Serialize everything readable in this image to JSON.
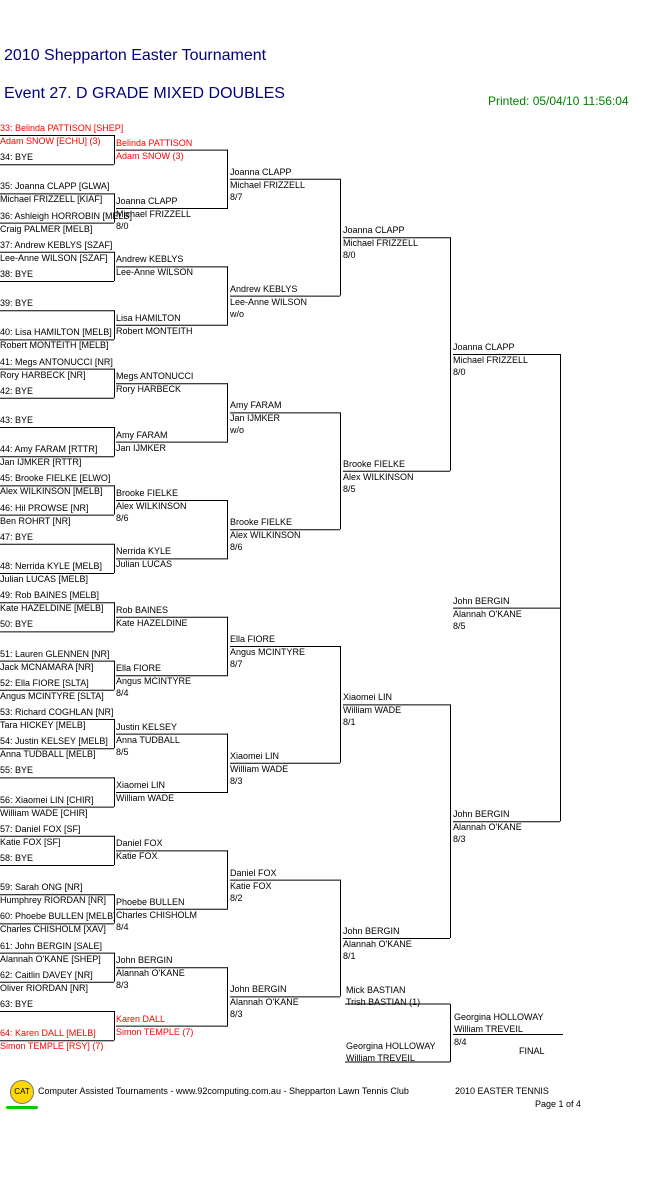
{
  "header": {
    "title": "2010 Shepparton Easter Tournament",
    "event": "Event 27. D GRADE MIXED DOUBLES",
    "printed": "Printed: 05/04/10 11:56:04"
  },
  "round1": [
    {
      "a": "33: Belinda PATTISON [SHEP]",
      "b": "Adam SNOW [ECHU] (3)",
      "seed": true
    },
    {
      "a": "34: BYE",
      "b": ""
    },
    {
      "a": "35: Joanna CLAPP [GLWA]",
      "b": "Michael FRIZZELL [KIAF]"
    },
    {
      "a": "36: Ashleigh HORROBIN [MELB]",
      "b": "Craig PALMER [MELB]"
    },
    {
      "a": "37: Andrew KEBLYS [SZAF]",
      "b": "Lee-Anne WILSON [SZAF]"
    },
    {
      "a": "38: BYE",
      "b": ""
    },
    {
      "a": "39: BYE",
      "b": ""
    },
    {
      "a": "40: Lisa HAMILTON [MELB]",
      "b": "Robert MONTEITH [MELB]"
    },
    {
      "a": "41: Megs ANTONUCCI [NR]",
      "b": "Rory HARBECK [NR]"
    },
    {
      "a": "42: BYE",
      "b": ""
    },
    {
      "a": "43: BYE",
      "b": ""
    },
    {
      "a": "44: Amy FARAM [RTTR]",
      "b": "Jan IJMKER [RTTR]"
    },
    {
      "a": "45: Brooke FIELKE [ELWO]",
      "b": "Alex WILKINSON [MELB]"
    },
    {
      "a": "46: Hil PROWSE [NR]",
      "b": "Ben ROHRT [NR]"
    },
    {
      "a": "47: BYE",
      "b": ""
    },
    {
      "a": "48: Nerrida KYLE [MELB]",
      "b": "Julian LUCAS [MELB]"
    },
    {
      "a": "49: Rob BAINES [MELB]",
      "b": "Kate HAZELDINE [MELB]"
    },
    {
      "a": "50: BYE",
      "b": ""
    },
    {
      "a": "51: Lauren GLENNEN [NR]",
      "b": "Jack MCNAMARA [NR]"
    },
    {
      "a": "52: Ella FIORE [SLTA]",
      "b": "Angus MCINTYRE [SLTA]"
    },
    {
      "a": "53: Richard COGHLAN [NR]",
      "b": "Tara HICKEY [MELB]"
    },
    {
      "a": "54: Justin KELSEY [MELB]",
      "b": "Anna TUDBALL [MELB]"
    },
    {
      "a": "55: BYE",
      "b": ""
    },
    {
      "a": "56: Xiaomei LIN [CHIR]",
      "b": "William WADE [CHIR]"
    },
    {
      "a": "57: Daniel FOX [SF]",
      "b": "Katie FOX [SF]"
    },
    {
      "a": "58: BYE",
      "b": ""
    },
    {
      "a": "59: Sarah ONG [NR]",
      "b": "Humphrey RIORDAN [NR]"
    },
    {
      "a": "60: Phoebe BULLEN [MELB]",
      "b": "Charles CHISHOLM [XAV]"
    },
    {
      "a": "61: John BERGIN [SALE]",
      "b": "Alannah O'KANE [SHEP]"
    },
    {
      "a": "62: Caitlin DAVEY [NR]",
      "b": "Oliver RIORDAN [NR]"
    },
    {
      "a": "63: BYE",
      "b": ""
    },
    {
      "a": "64: Karen DALL [MELB]",
      "b": "Simon TEMPLE [RSY] (7)",
      "seed": true
    }
  ],
  "round2": [
    {
      "a": "Belinda PATTISON",
      "b": "Adam SNOW (3)",
      "score": "",
      "seed": true
    },
    {
      "a": "Joanna CLAPP",
      "b": "Michael FRIZZELL",
      "score": "8/0"
    },
    {
      "a": "Andrew KEBLYS",
      "b": "Lee-Anne WILSON",
      "score": ""
    },
    {
      "a": "Lisa HAMILTON",
      "b": "Robert MONTEITH",
      "score": ""
    },
    {
      "a": "Megs ANTONUCCI",
      "b": "Rory HARBECK",
      "score": ""
    },
    {
      "a": "Amy FARAM",
      "b": "Jan IJMKER",
      "score": ""
    },
    {
      "a": "Brooke FIELKE",
      "b": "Alex WILKINSON",
      "score": "8/6"
    },
    {
      "a": "Nerrida KYLE",
      "b": "Julian LUCAS",
      "score": ""
    },
    {
      "a": "Rob BAINES",
      "b": "Kate HAZELDINE",
      "score": ""
    },
    {
      "a": "Ella FIORE",
      "b": "Angus MCINTYRE",
      "score": "8/4"
    },
    {
      "a": "Justin KELSEY",
      "b": "Anna TUDBALL",
      "score": "8/5"
    },
    {
      "a": "Xiaomei LIN",
      "b": "William WADE",
      "score": ""
    },
    {
      "a": "Daniel FOX",
      "b": "Katie FOX",
      "score": ""
    },
    {
      "a": "Phoebe BULLEN",
      "b": "Charles CHISHOLM",
      "score": "8/4"
    },
    {
      "a": "John BERGIN",
      "b": "Alannah O'KANE",
      "score": "8/3"
    },
    {
      "a": "Karen DALL",
      "b": "Simon TEMPLE (7)",
      "score": "",
      "seed": true
    }
  ],
  "round3": [
    {
      "a": "Joanna CLAPP",
      "b": "Michael FRIZZELL",
      "score": "8/7"
    },
    {
      "a": "Andrew KEBLYS",
      "b": "Lee-Anne WILSON",
      "score": "w/o"
    },
    {
      "a": "Amy FARAM",
      "b": "Jan IJMKER",
      "score": "w/o"
    },
    {
      "a": "Brooke FIELKE",
      "b": "Alex WILKINSON",
      "score": "8/6"
    },
    {
      "a": "Ella FIORE",
      "b": "Angus MCINTYRE",
      "score": "8/7"
    },
    {
      "a": "Xiaomei LIN",
      "b": "William WADE",
      "score": "8/3"
    },
    {
      "a": "Daniel FOX",
      "b": "Katie FOX",
      "score": "8/2"
    },
    {
      "a": "John BERGIN",
      "b": "Alannah O'KANE",
      "score": "8/3"
    }
  ],
  "round4": [
    {
      "a": "Joanna CLAPP",
      "b": "Michael FRIZZELL",
      "score": "8/0"
    },
    {
      "a": "Brooke FIELKE",
      "b": "Alex WILKINSON",
      "score": "8/5"
    },
    {
      "a": "Xiaomei LIN",
      "b": "William WADE",
      "score": "8/1"
    },
    {
      "a": "John BERGIN",
      "b": "Alannah O'KANE",
      "score": "8/1"
    }
  ],
  "round5": [
    {
      "a": "Joanna CLAPP",
      "b": "Michael FRIZZELL",
      "score": "8/0"
    },
    {
      "a": "John BERGIN",
      "b": "Alannah O'KANE",
      "score": "8/3"
    }
  ],
  "round6": {
    "a": "John BERGIN",
    "b": "Alannah O'KANE",
    "score": "8/5"
  },
  "final_block": {
    "top": {
      "a": "Mick BASTIAN",
      "b": "Trish BASTIAN (1)"
    },
    "bottom": {
      "a": "Georgina HOLLOWAY",
      "b": "William TREVEIL"
    },
    "winner": {
      "a": "Georgina HOLLOWAY",
      "b": "William TREVEIL",
      "score": "8/4"
    },
    "label": "FINAL"
  },
  "footer": {
    "logo": "CAT",
    "software": "Computer Assisted Tournaments - www.92computing.com.au -  Shepparton Lawn Tennis Club",
    "tournament": "2010 EASTER TENNIS",
    "page": "Page 1 of 4"
  },
  "colors": {
    "title": "#000080",
    "printed": "#008000",
    "seed": "#ff0000",
    "logo": "#ffd800",
    "logo_bar": "#00cc00"
  }
}
